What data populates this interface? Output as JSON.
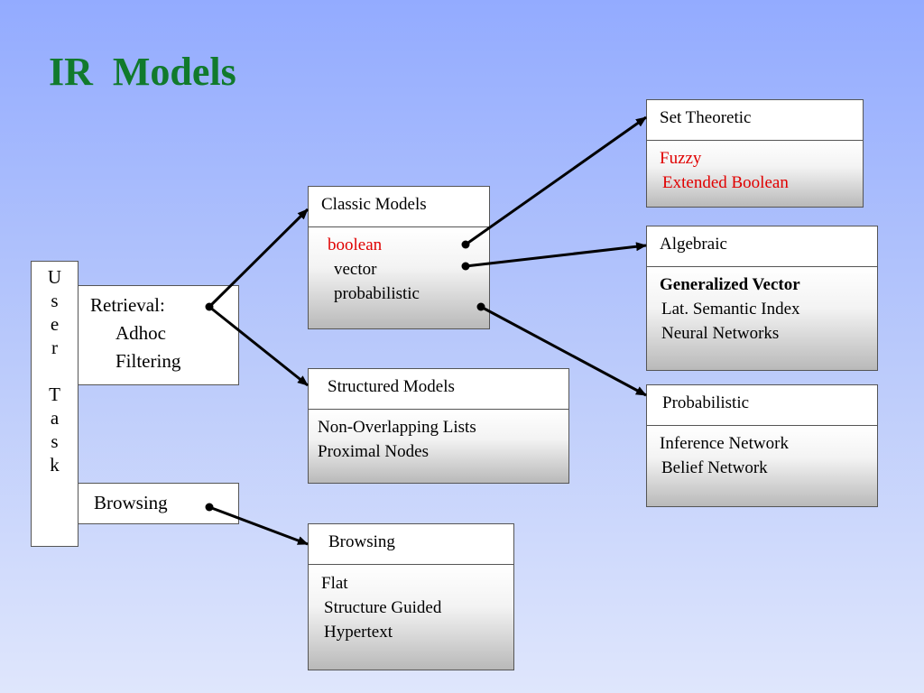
{
  "title": "IR  Models",
  "user_task": [
    "U",
    "s",
    "e",
    "r",
    "",
    "T",
    "a",
    "s",
    "k"
  ],
  "retrieval": {
    "label": "Retrieval:",
    "items": [
      "Adhoc",
      "Filtering"
    ]
  },
  "browsing_task": {
    "label": "Browsing"
  },
  "classic": {
    "header": "Classic Models",
    "items": [
      "boolean",
      "vector",
      "probabilistic"
    ]
  },
  "structured": {
    "header": "Structured Models",
    "items": [
      "Non-Overlapping Lists",
      "Proximal Nodes"
    ]
  },
  "browsing_models": {
    "header": "Browsing",
    "items": [
      "Flat",
      "Structure Guided",
      "Hypertext"
    ]
  },
  "set_theoretic": {
    "header": "Set Theoretic",
    "items": [
      "Fuzzy",
      "Extended Boolean"
    ]
  },
  "algebraic": {
    "header": "Algebraic",
    "items": [
      "Generalized Vector",
      "Lat. Semantic Index",
      "Neural Networks"
    ]
  },
  "probabilistic": {
    "header": "Probabilistic",
    "items": [
      "Inference Network",
      "Belief Network"
    ]
  }
}
